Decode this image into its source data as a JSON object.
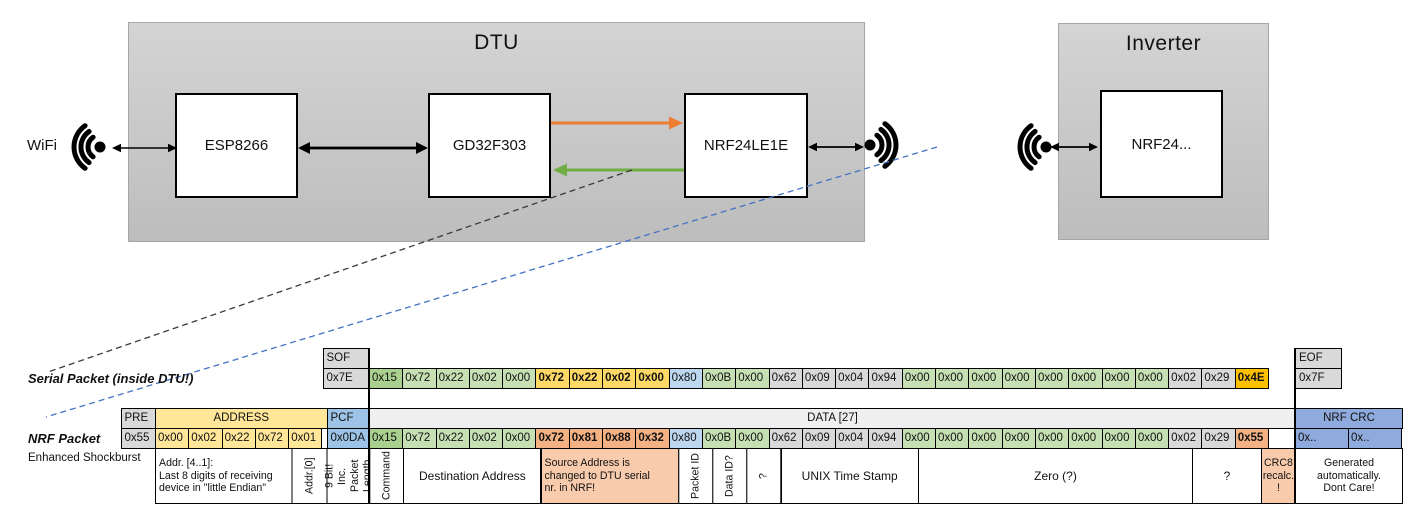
{
  "diagram": {
    "wifi_label": "WiFi",
    "dtu": {
      "title": "DTU",
      "nodes": [
        "ESP8266",
        "GD32F303",
        "NRF24LE1E"
      ]
    },
    "inverter": {
      "title": "Inverter",
      "node": "NRF24..."
    }
  },
  "colors": {
    "green_dark": "#A9D08E",
    "green": "#C6E0B4",
    "gold": "#FFD966",
    "yellow": "#FFE699",
    "blue": "#BDD7EE",
    "pcf_blue": "#9DC3E6",
    "crc_blue": "#8FAADC",
    "gray": "#D9D9D9",
    "data_header_gray": "#F0EFEF",
    "orange": "#FFC000",
    "salmon": "#F4B183",
    "salmon_light": "#F8CBAD",
    "orange_arrow": "#ED7D31",
    "green_arrow": "#70AD47",
    "blue_dash": "#4472C4"
  },
  "serial_packet": {
    "label": "Serial Packet (inside DTU!)",
    "sof": {
      "header": "SOF",
      "value": "0x7E"
    },
    "eof": {
      "header": "EOF",
      "value": "0x7F"
    },
    "cells": [
      {
        "v": "0x15",
        "c": "green_dark"
      },
      {
        "v": "0x72",
        "c": "green"
      },
      {
        "v": "0x22",
        "c": "green"
      },
      {
        "v": "0x02",
        "c": "green"
      },
      {
        "v": "0x00",
        "c": "green"
      },
      {
        "v": "0x72",
        "c": "gold",
        "b": true
      },
      {
        "v": "0x22",
        "c": "gold",
        "b": true
      },
      {
        "v": "0x02",
        "c": "gold",
        "b": true
      },
      {
        "v": "0x00",
        "c": "gold",
        "b": true
      },
      {
        "v": "0x80",
        "c": "blue"
      },
      {
        "v": "0x0B",
        "c": "green"
      },
      {
        "v": "0x00",
        "c": "green"
      },
      {
        "v": "0x62",
        "c": "gray"
      },
      {
        "v": "0x09",
        "c": "gray"
      },
      {
        "v": "0x04",
        "c": "gray"
      },
      {
        "v": "0x94",
        "c": "gray"
      },
      {
        "v": "0x00",
        "c": "green"
      },
      {
        "v": "0x00",
        "c": "green"
      },
      {
        "v": "0x00",
        "c": "green"
      },
      {
        "v": "0x00",
        "c": "green"
      },
      {
        "v": "0x00",
        "c": "green"
      },
      {
        "v": "0x00",
        "c": "green"
      },
      {
        "v": "0x00",
        "c": "green"
      },
      {
        "v": "0x00",
        "c": "green"
      },
      {
        "v": "0x02",
        "c": "gray"
      },
      {
        "v": "0x29",
        "c": "gray"
      },
      {
        "v": "0x4E",
        "c": "orange",
        "b": true
      }
    ]
  },
  "nrf_packet": {
    "label": "NRF Packet",
    "sublabel": "Enhanced Shockburst",
    "pre": {
      "header": "PRE",
      "value": "0x55"
    },
    "address": {
      "header": "ADDRESS",
      "values": [
        "0x00",
        "0x02",
        "0x22",
        "0x72",
        "0x01"
      ]
    },
    "pcf": {
      "header": "PCF",
      "value": "0x0DA"
    },
    "data_header": "DATA [27]",
    "cells": [
      {
        "v": "0x15",
        "c": "green_dark"
      },
      {
        "v": "0x72",
        "c": "green"
      },
      {
        "v": "0x22",
        "c": "green"
      },
      {
        "v": "0x02",
        "c": "green"
      },
      {
        "v": "0x00",
        "c": "green"
      },
      {
        "v": "0x72",
        "c": "salmon",
        "b": true
      },
      {
        "v": "0x81",
        "c": "salmon",
        "b": true
      },
      {
        "v": "0x88",
        "c": "salmon",
        "b": true
      },
      {
        "v": "0x32",
        "c": "salmon",
        "b": true
      },
      {
        "v": "0x80",
        "c": "blue"
      },
      {
        "v": "0x0B",
        "c": "green"
      },
      {
        "v": "0x00",
        "c": "green"
      },
      {
        "v": "0x62",
        "c": "gray"
      },
      {
        "v": "0x09",
        "c": "gray"
      },
      {
        "v": "0x04",
        "c": "gray"
      },
      {
        "v": "0x94",
        "c": "gray"
      },
      {
        "v": "0x00",
        "c": "green"
      },
      {
        "v": "0x00",
        "c": "green"
      },
      {
        "v": "0x00",
        "c": "green"
      },
      {
        "v": "0x00",
        "c": "green"
      },
      {
        "v": "0x00",
        "c": "green"
      },
      {
        "v": "0x00",
        "c": "green"
      },
      {
        "v": "0x00",
        "c": "green"
      },
      {
        "v": "0x00",
        "c": "green"
      },
      {
        "v": "0x02",
        "c": "gray"
      },
      {
        "v": "0x29",
        "c": "gray"
      },
      {
        "v": "0x55",
        "c": "salmon",
        "b": true
      }
    ],
    "crc": {
      "header": "NRF CRC",
      "values": [
        "0x..",
        "0x.."
      ]
    },
    "annotations": {
      "addr41": "Addr. [4..1]:\nLast 8 digits of receiving\ndevice in \"little Endian\"",
      "addr0": "Addr.[0]",
      "pcf_note": "9 Bit!\nInc. Packet\nLength",
      "command": "Command",
      "destination": "Destination Address",
      "source": "Source Address is\nchanged to DTU serial\nnr. in NRF!",
      "packet_id": "Packet ID",
      "data_id": "Data ID?",
      "unknown1": "?",
      "unix": "UNIX Time Stamp",
      "zero": "Zero (?)",
      "unknown2": "?",
      "crc8": "CRC8\nrecalc.\n!",
      "generated": "Generated\nautomatically.\nDont Care!"
    }
  }
}
